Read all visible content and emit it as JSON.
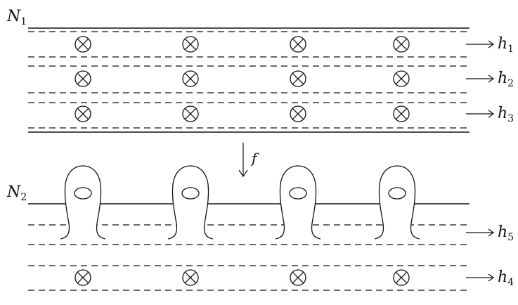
{
  "top_manifold": {
    "name": "N",
    "index": "1"
  },
  "bottom_manifold": {
    "name": "N",
    "index": "2"
  },
  "map": {
    "label": "f"
  },
  "handles_top": [
    {
      "name": "h",
      "index": "1"
    },
    {
      "name": "h",
      "index": "2"
    },
    {
      "name": "h",
      "index": "3"
    }
  ],
  "handles_bottom": [
    {
      "name": "h",
      "index": "5"
    },
    {
      "name": "h",
      "index": "4"
    }
  ],
  "points_per_row": 4,
  "puncture_symbol": "otimes",
  "colors": {
    "ink": "#111111",
    "background": "#ffffff"
  }
}
